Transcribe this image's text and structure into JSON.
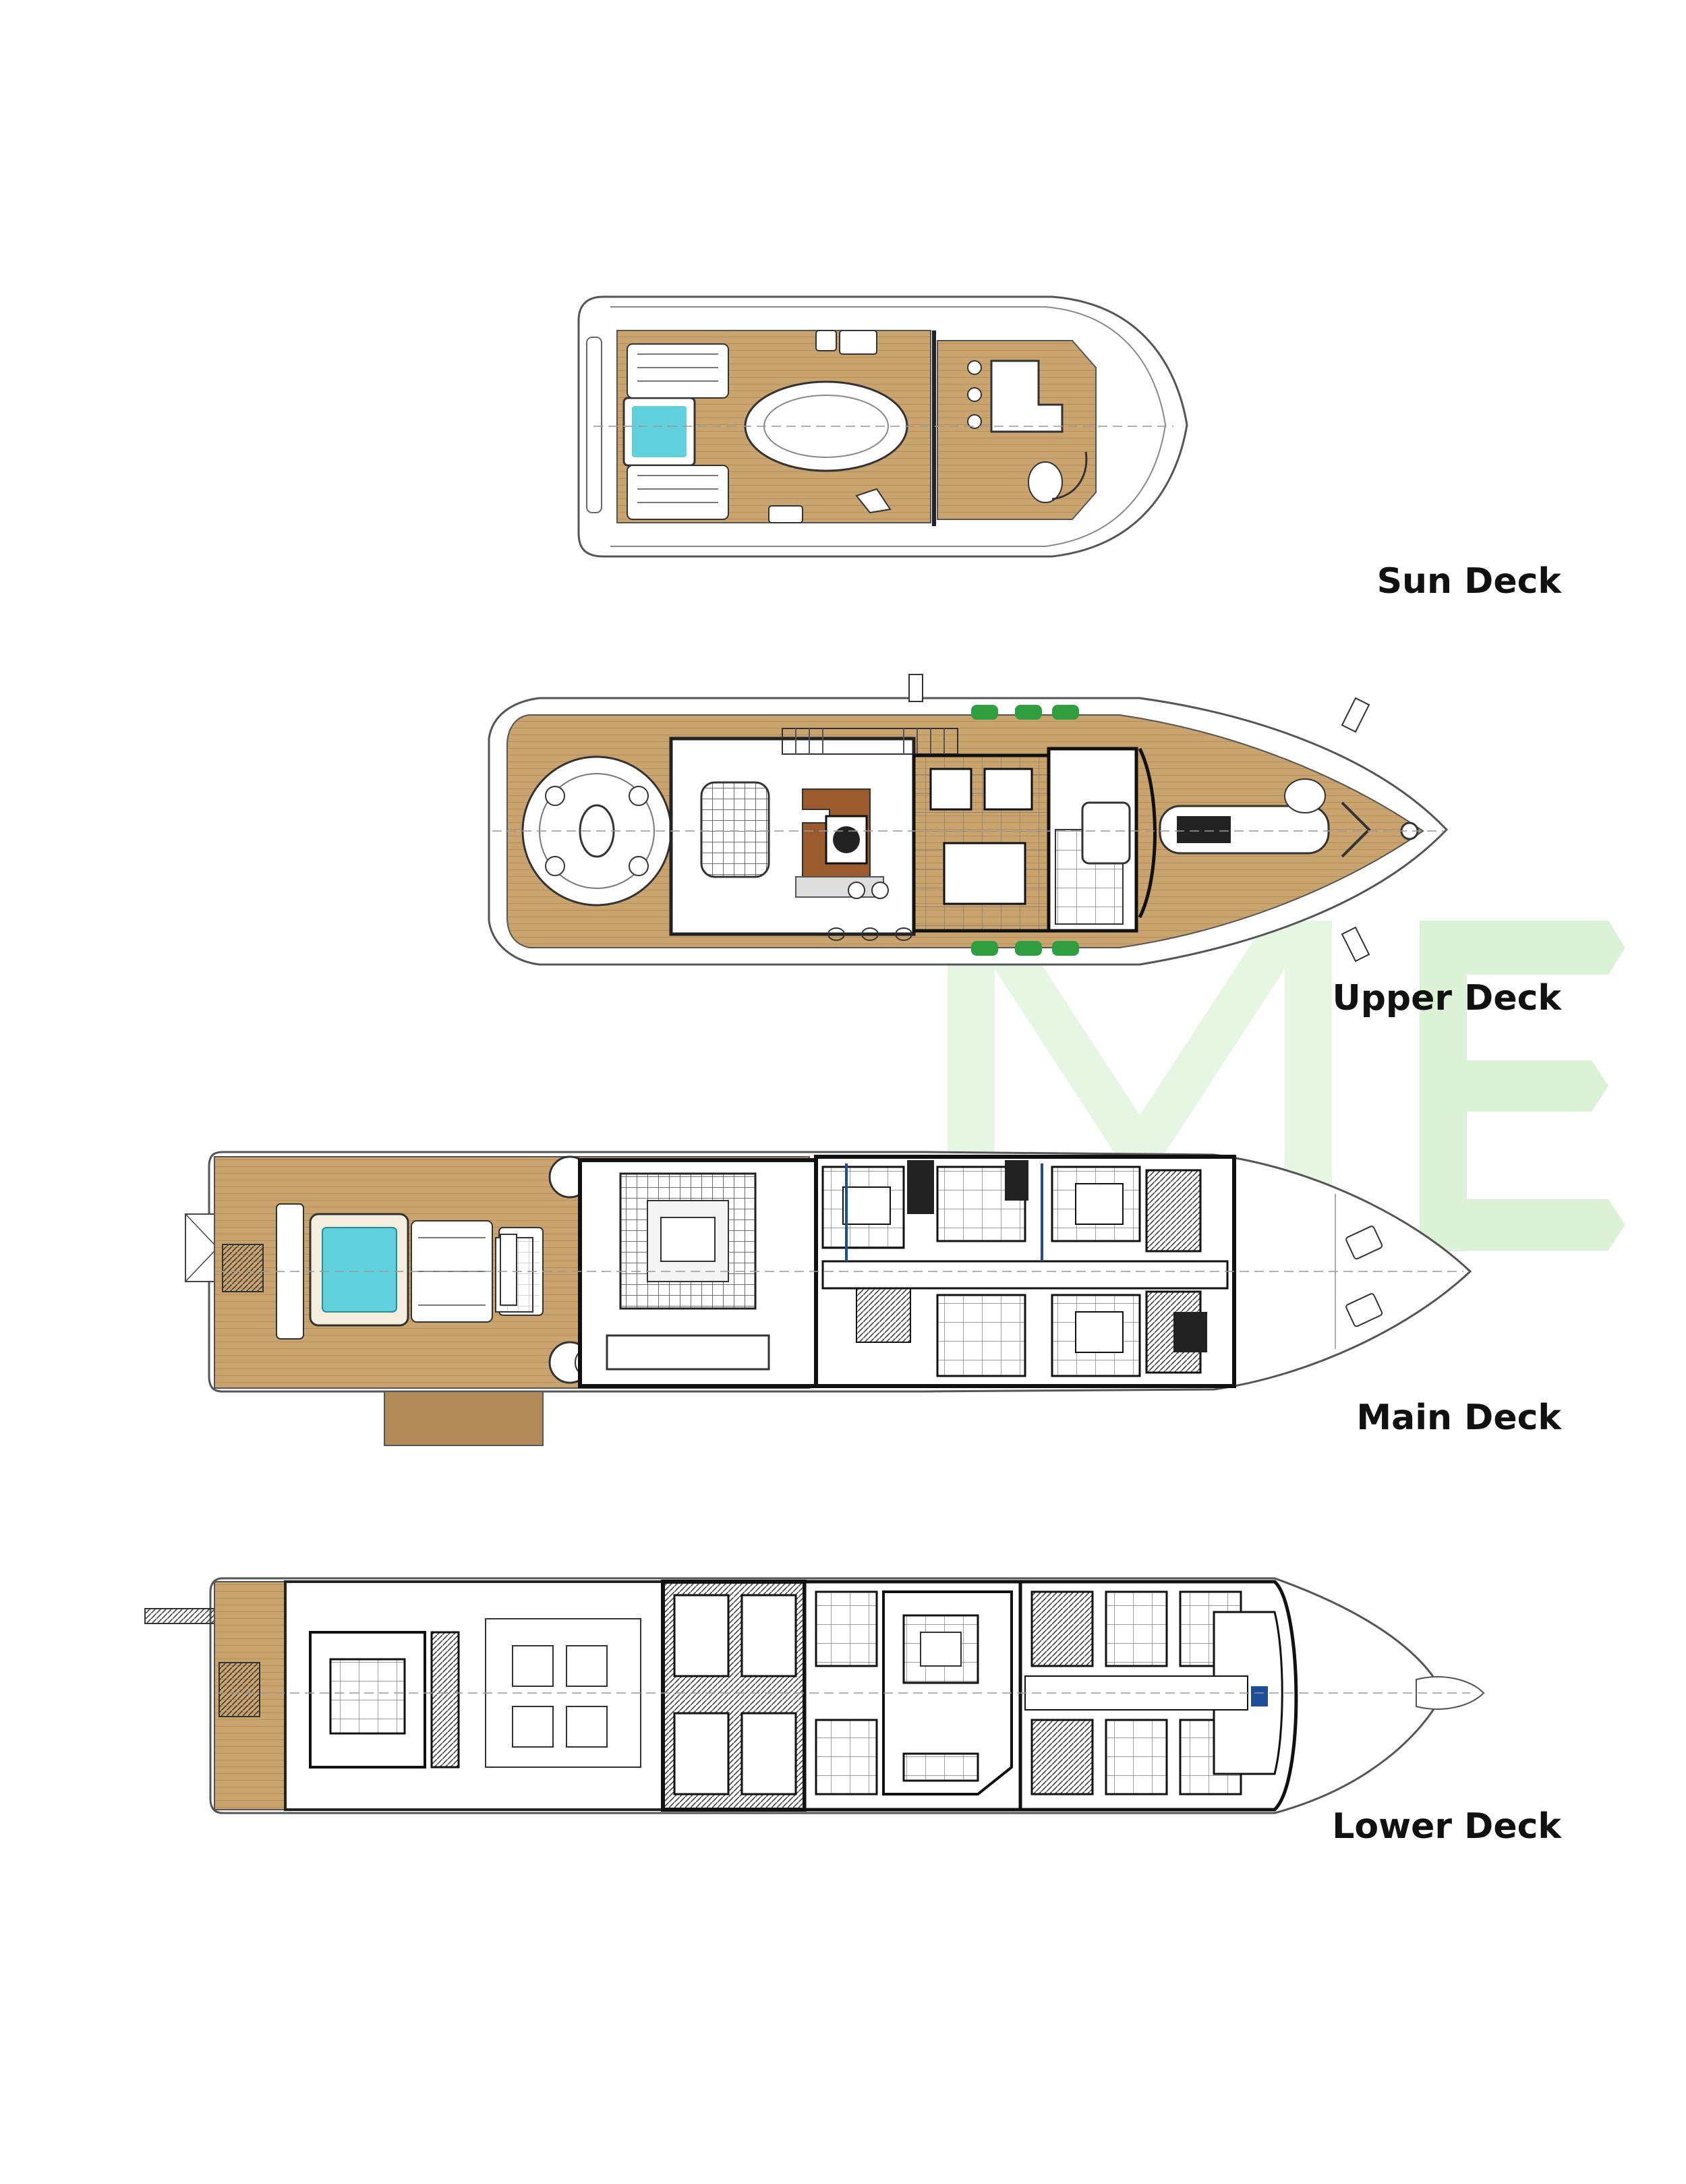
{
  "decks": [
    {
      "id": "sun",
      "label": "Sun Deck"
    },
    {
      "id": "upper",
      "label": "Upper Deck"
    },
    {
      "id": "main",
      "label": "Main Deck"
    },
    {
      "id": "lower",
      "label": "Lower Deck"
    }
  ],
  "colors": {
    "teak": "#c9a46f",
    "teak_dark": "#a98451",
    "pool_water": "#5fd0dc",
    "hull_line": "#555555",
    "wall": "#111111",
    "tender_green": "#2e9e3e",
    "watermark": "#d6f0cf"
  },
  "watermark_icon": "me-logo-watermark"
}
